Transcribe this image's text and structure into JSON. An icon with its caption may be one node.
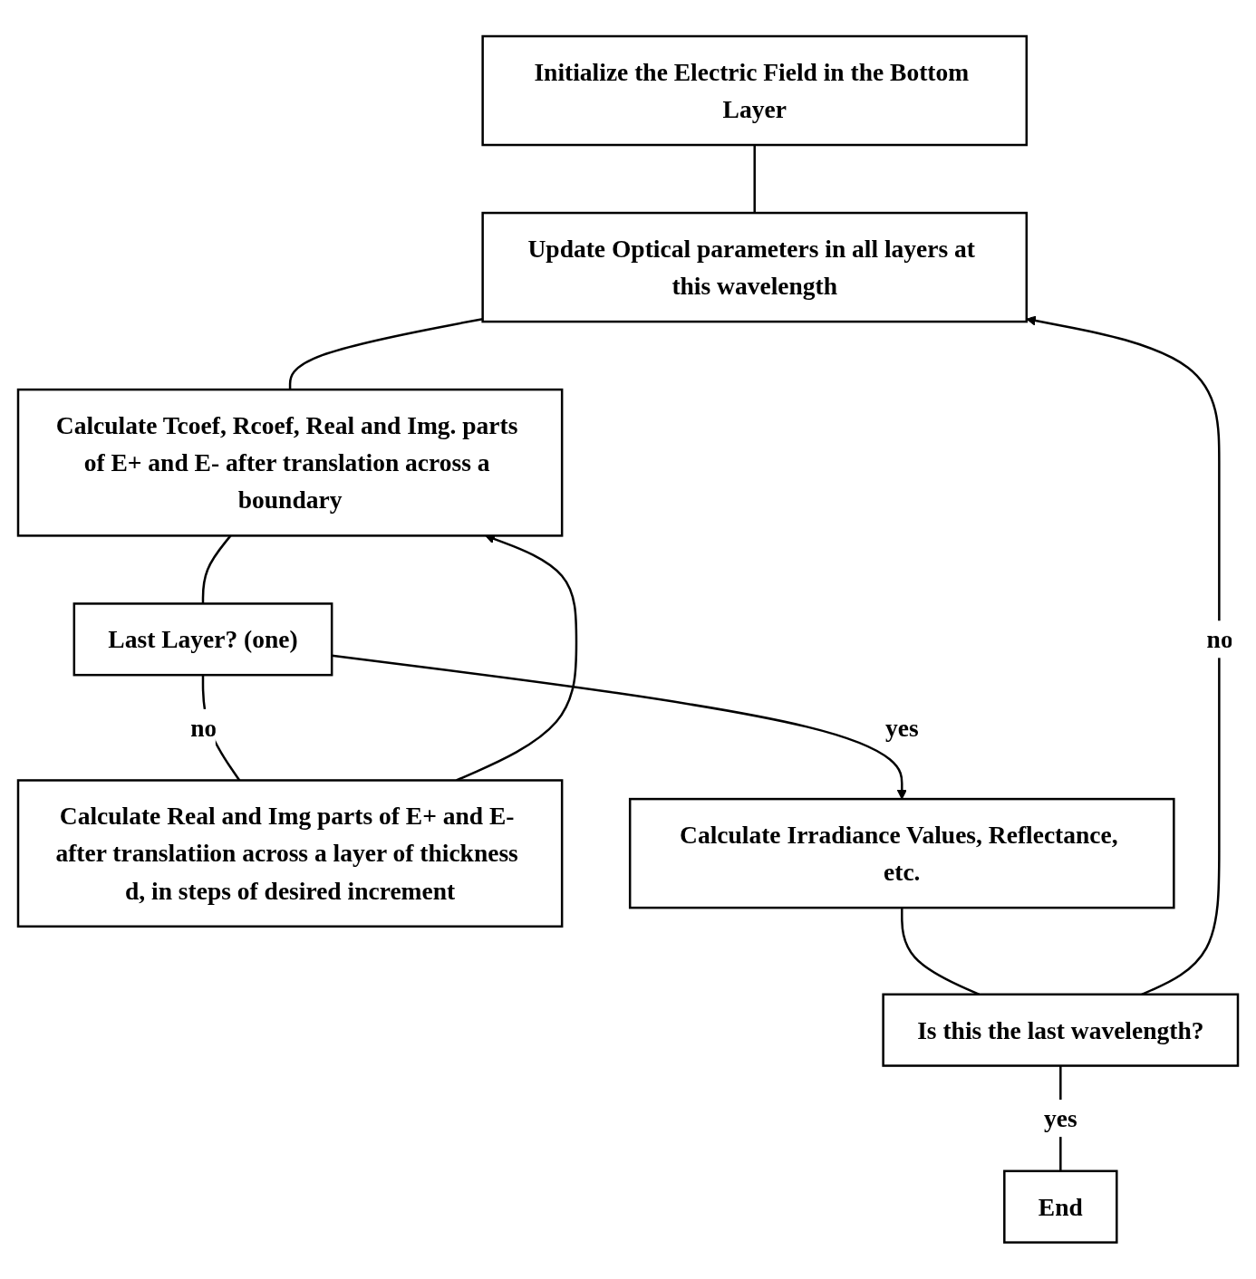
{
  "diagram": {
    "nodes": [
      {
        "text": [
          "Initialize the Electric Field in the Bottom Layer"
        ]
      },
      {
        "text": [
          "Update Optical parameters in all layers at this wavelength"
        ]
      },
      {
        "text": [
          "Calculate Tcoef, Rcoef, Real and Img. parts of E+ and E- after translation across a boundary"
        ]
      },
      {
        "text": [
          "Last Layer? (one)"
        ]
      },
      {
        "text": [
          "Calculate Real and Img parts of E+ and E- after translatiion across a layer of thickness d, in steps of desired increment"
        ]
      },
      {
        "text": [
          "Calculate Irradiance Values, Reflectance, etc."
        ]
      },
      {
        "text": [
          "Is this the last wavelength?"
        ]
      },
      {
        "text": [
          "End"
        ]
      }
    ],
    "edges": [
      {
        "from": 0,
        "to": 1,
        "arrow": "none"
      },
      {
        "from": 1,
        "to": 2,
        "arrow": "none"
      },
      {
        "from": 2,
        "to": 3,
        "arrow": "none"
      },
      {
        "from": 3,
        "to": 4,
        "arrow": "none",
        "label": "no"
      },
      {
        "from": 4,
        "to": 2,
        "arrow": "to"
      },
      {
        "from": 3,
        "to": 5,
        "arrow": "to",
        "label": "yes"
      },
      {
        "from": 5,
        "to": 6,
        "arrow": "none"
      },
      {
        "from": 6,
        "to": 1,
        "arrow": "to",
        "label": "no"
      },
      {
        "from": 6,
        "to": 7,
        "arrow": "none",
        "label": "yes"
      }
    ]
  }
}
